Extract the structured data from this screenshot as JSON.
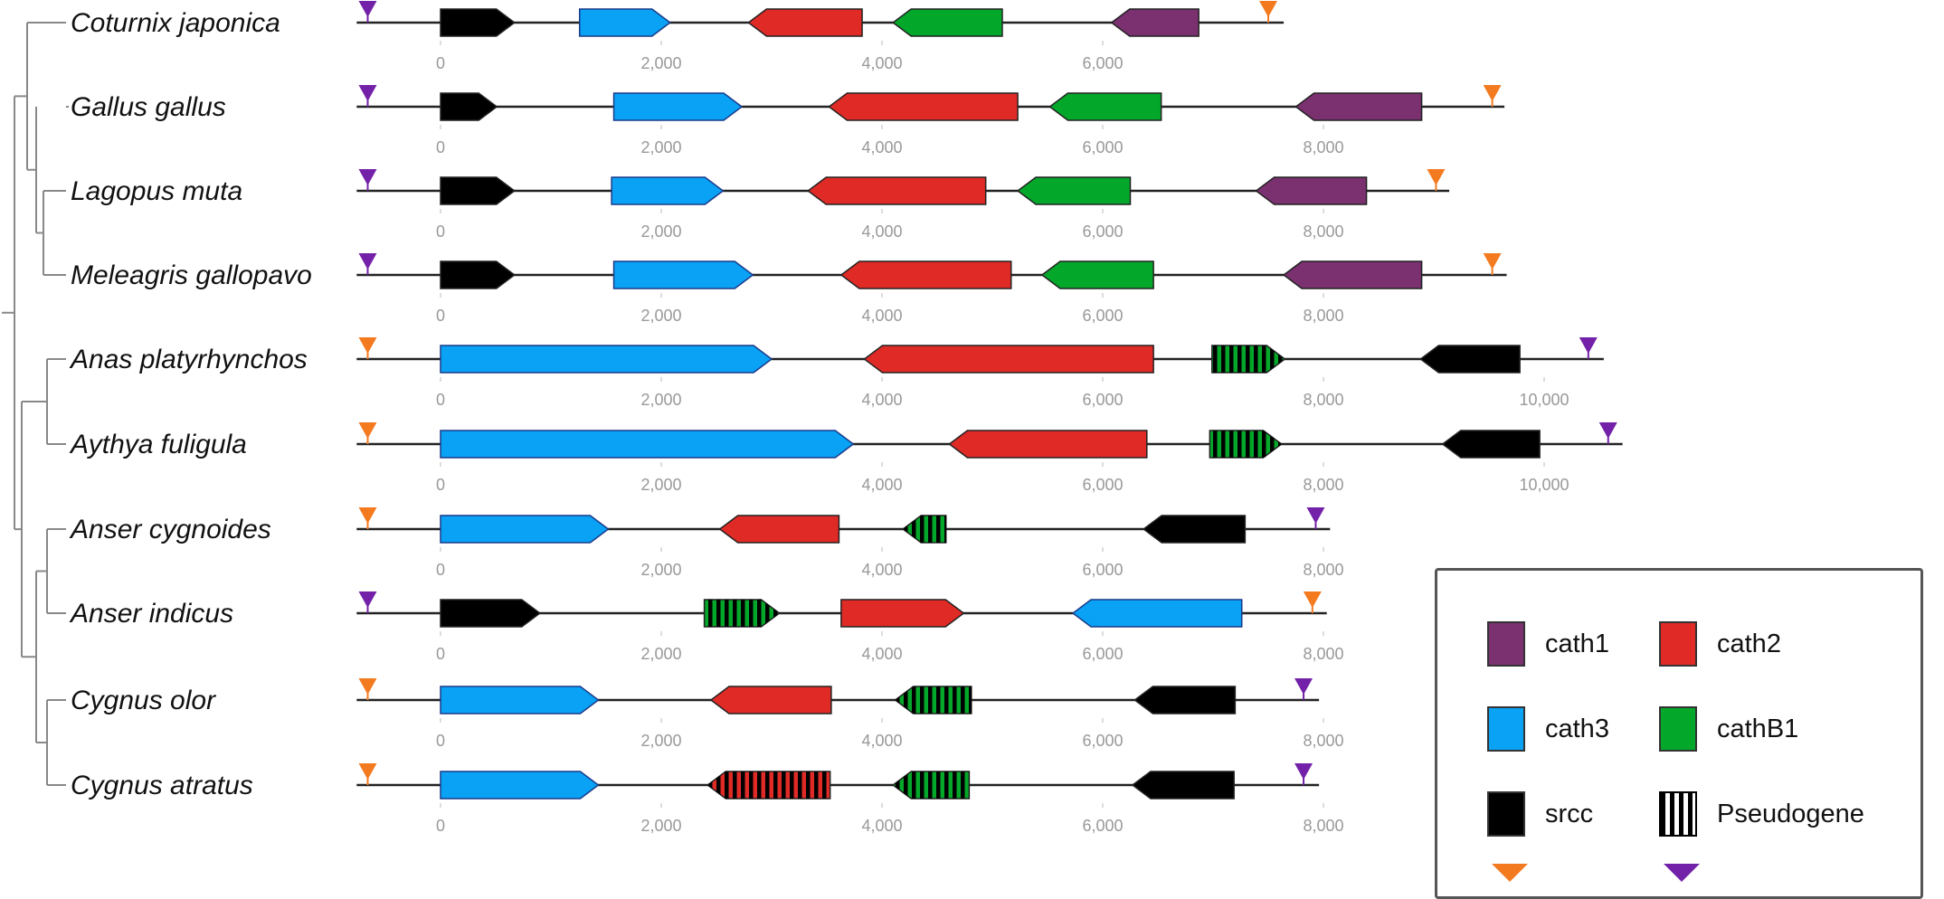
{
  "chart_data": {
    "type": "gene-synteny",
    "x_unit": "bp",
    "tick_step": 2000,
    "colors": {
      "cath1": "#7b3070",
      "cath2": "#e02a26",
      "cath3": "#0aa2f5",
      "cathB1": "#03a72a",
      "srcc": "#000000",
      "flank_orange": "#f47a20",
      "flank_purple": "#7321a8"
    },
    "species": [
      {
        "name": "Coturnix japonica",
        "start": -760,
        "end": 7640,
        "markers": [
          {
            "pos": -660,
            "color": "flank_purple"
          },
          {
            "pos": 7500,
            "color": "flank_orange"
          }
        ],
        "genes": [
          {
            "gene": "srcc",
            "s": 0,
            "e": 670,
            "dir": 1
          },
          {
            "gene": "cath3",
            "s": 1260,
            "e": 2080,
            "dir": 1
          },
          {
            "gene": "cath2",
            "s": 2790,
            "e": 3820,
            "dir": -1
          },
          {
            "gene": "cathB1",
            "s": 4100,
            "e": 5090,
            "dir": -1
          },
          {
            "gene": "cath1",
            "s": 6080,
            "e": 6870,
            "dir": -1
          }
        ],
        "ticks": [
          "0",
          "2,000",
          "4,000",
          "6,000"
        ]
      },
      {
        "name": "Gallus gallus",
        "start": -760,
        "end": 9640,
        "markers": [
          {
            "pos": -660,
            "color": "flank_purple"
          },
          {
            "pos": 9530,
            "color": "flank_orange"
          }
        ],
        "genes": [
          {
            "gene": "srcc",
            "s": 0,
            "e": 510,
            "dir": 1
          },
          {
            "gene": "cath3",
            "s": 1570,
            "e": 2730,
            "dir": 1
          },
          {
            "gene": "cath2",
            "s": 3520,
            "e": 5230,
            "dir": -1
          },
          {
            "gene": "cathB1",
            "s": 5520,
            "e": 6530,
            "dir": -1
          },
          {
            "gene": "cath1",
            "s": 7750,
            "e": 8890,
            "dir": -1
          }
        ],
        "ticks": [
          "0",
          "2,000",
          "4,000",
          "6,000",
          "8,000"
        ]
      },
      {
        "name": "Lagopus muta",
        "start": -760,
        "end": 9140,
        "markers": [
          {
            "pos": -660,
            "color": "flank_purple"
          },
          {
            "pos": 9020,
            "color": "flank_orange"
          }
        ],
        "genes": [
          {
            "gene": "srcc",
            "s": 0,
            "e": 670,
            "dir": 1
          },
          {
            "gene": "cath3",
            "s": 1550,
            "e": 2560,
            "dir": 1
          },
          {
            "gene": "cath2",
            "s": 3330,
            "e": 4940,
            "dir": -1
          },
          {
            "gene": "cathB1",
            "s": 5230,
            "e": 6250,
            "dir": -1
          },
          {
            "gene": "cath1",
            "s": 7390,
            "e": 8390,
            "dir": -1
          }
        ],
        "ticks": [
          "0",
          "2,000",
          "4,000",
          "6,000",
          "8,000"
        ]
      },
      {
        "name": "Meleagris gallopavo",
        "start": -760,
        "end": 9660,
        "markers": [
          {
            "pos": -660,
            "color": "flank_purple"
          },
          {
            "pos": 9530,
            "color": "flank_orange"
          }
        ],
        "genes": [
          {
            "gene": "srcc",
            "s": 0,
            "e": 670,
            "dir": 1
          },
          {
            "gene": "cath3",
            "s": 1570,
            "e": 2830,
            "dir": 1
          },
          {
            "gene": "cath2",
            "s": 3630,
            "e": 5170,
            "dir": -1
          },
          {
            "gene": "cathB1",
            "s": 5450,
            "e": 6460,
            "dir": -1
          },
          {
            "gene": "cath1",
            "s": 7640,
            "e": 8890,
            "dir": -1
          }
        ],
        "ticks": [
          "0",
          "2,000",
          "4,000",
          "6,000",
          "8,000"
        ]
      },
      {
        "name": "Anas platyrhynchos",
        "start": -760,
        "end": 10540,
        "markers": [
          {
            "pos": -660,
            "color": "flank_orange"
          },
          {
            "pos": 10400,
            "color": "flank_purple"
          }
        ],
        "genes": [
          {
            "gene": "cath3",
            "s": 0,
            "e": 3000,
            "dir": 1
          },
          {
            "gene": "cath2",
            "s": 3840,
            "e": 6460,
            "dir": -1
          },
          {
            "gene": "cathB1",
            "s": 6990,
            "e": 7650,
            "dir": 1,
            "pseudo": true
          },
          {
            "gene": "srcc",
            "s": 8880,
            "e": 9780,
            "dir": -1
          }
        ],
        "ticks": [
          "0",
          "2,000",
          "4,000",
          "6,000",
          "8,000",
          "10,000"
        ]
      },
      {
        "name": "Aythya fuligula",
        "start": -760,
        "end": 10710,
        "markers": [
          {
            "pos": -660,
            "color": "flank_orange"
          },
          {
            "pos": 10580,
            "color": "flank_purple"
          }
        ],
        "genes": [
          {
            "gene": "cath3",
            "s": 0,
            "e": 3740,
            "dir": 1
          },
          {
            "gene": "cath2",
            "s": 4610,
            "e": 6400,
            "dir": -1
          },
          {
            "gene": "cathB1",
            "s": 6970,
            "e": 7620,
            "dir": 1,
            "pseudo": true
          },
          {
            "gene": "srcc",
            "s": 9080,
            "e": 9960,
            "dir": -1
          }
        ],
        "ticks": [
          "0",
          "2,000",
          "4,000",
          "6,000",
          "8,000",
          "10,000"
        ]
      },
      {
        "name": "Anser cygnoides",
        "start": -760,
        "end": 8060,
        "markers": [
          {
            "pos": -660,
            "color": "flank_orange"
          },
          {
            "pos": 7930,
            "color": "flank_purple"
          }
        ],
        "genes": [
          {
            "gene": "cath3",
            "s": 0,
            "e": 1520,
            "dir": 1
          },
          {
            "gene": "cath2",
            "s": 2530,
            "e": 3610,
            "dir": -1
          },
          {
            "gene": "cathB1",
            "s": 4190,
            "e": 4580,
            "dir": -1,
            "pseudo": true
          },
          {
            "gene": "srcc",
            "s": 6370,
            "e": 7290,
            "dir": -1
          }
        ],
        "ticks": [
          "0",
          "2,000",
          "4,000",
          "6,000",
          "8,000"
        ]
      },
      {
        "name": "Anser indicus",
        "start": -760,
        "end": 8030,
        "markers": [
          {
            "pos": -660,
            "color": "flank_purple"
          },
          {
            "pos": 7900,
            "color": "flank_orange"
          }
        ],
        "genes": [
          {
            "gene": "srcc",
            "s": 0,
            "e": 900,
            "dir": 1
          },
          {
            "gene": "cathB1",
            "s": 2390,
            "e": 3070,
            "dir": 1,
            "pseudo": true
          },
          {
            "gene": "cath2",
            "s": 3630,
            "e": 4740,
            "dir": 1
          },
          {
            "gene": "cath3",
            "s": 5730,
            "e": 7260,
            "dir": -1
          }
        ],
        "ticks": [
          "0",
          "2,000",
          "4,000",
          "6,000",
          "8,000"
        ]
      },
      {
        "name": "Cygnus olor",
        "start": -760,
        "end": 7960,
        "markers": [
          {
            "pos": -660,
            "color": "flank_orange"
          },
          {
            "pos": 7820,
            "color": "flank_purple"
          }
        ],
        "genes": [
          {
            "gene": "cath3",
            "s": 0,
            "e": 1430,
            "dir": 1
          },
          {
            "gene": "cath2",
            "s": 2450,
            "e": 3540,
            "dir": -1
          },
          {
            "gene": "cathB1",
            "s": 4120,
            "e": 4810,
            "dir": -1,
            "pseudo": true
          },
          {
            "gene": "srcc",
            "s": 6290,
            "e": 7200,
            "dir": -1
          }
        ],
        "ticks": [
          "0",
          "2,000",
          "4,000",
          "6,000",
          "8,000"
        ]
      },
      {
        "name": "Cygnus atratus",
        "start": -760,
        "end": 7960,
        "markers": [
          {
            "pos": -660,
            "color": "flank_orange"
          },
          {
            "pos": 7820,
            "color": "flank_purple"
          }
        ],
        "genes": [
          {
            "gene": "cath3",
            "s": 0,
            "e": 1430,
            "dir": 1
          },
          {
            "gene": "cath2",
            "s": 2420,
            "e": 3530,
            "dir": -1,
            "pseudo": true
          },
          {
            "gene": "cathB1",
            "s": 4100,
            "e": 4790,
            "dir": -1,
            "pseudo": true
          },
          {
            "gene": "srcc",
            "s": 6270,
            "e": 7190,
            "dir": -1
          }
        ],
        "ticks": [
          "0",
          "2,000",
          "4,000",
          "6,000",
          "8,000"
        ]
      }
    ],
    "legend": [
      {
        "label": "cath1",
        "key": "cath1"
      },
      {
        "label": "cath2",
        "key": "cath2"
      },
      {
        "label": "cath3",
        "key": "cath3"
      },
      {
        "label": "cathB1",
        "key": "cathB1"
      },
      {
        "label": "srcc",
        "key": "srcc"
      },
      {
        "label": "Pseudogene",
        "key": "pseudo"
      }
    ]
  }
}
